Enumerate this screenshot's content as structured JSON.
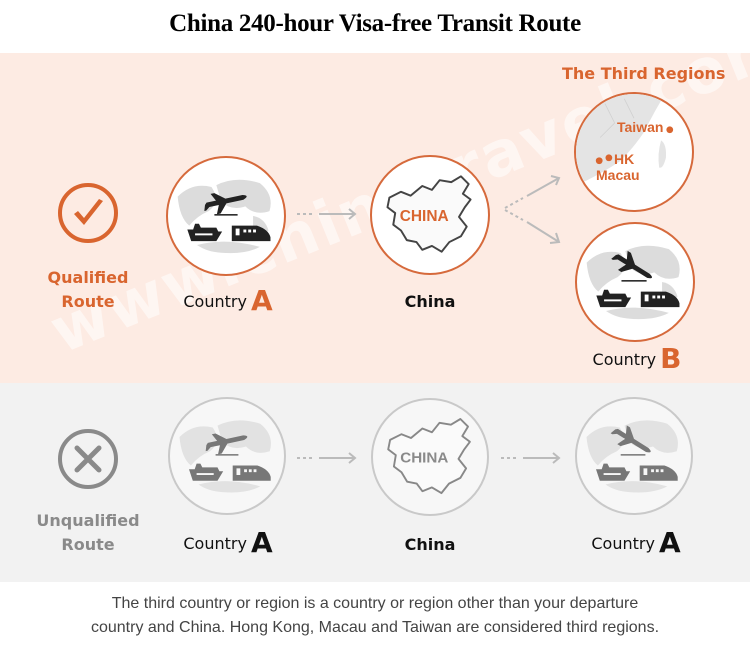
{
  "title": "China 240-hour Visa-free Transit Route",
  "colors": {
    "accent": "#d9652f",
    "qualified_bg": "#fdebe3",
    "unqualified_bg": "#f2f2f2",
    "unqualified_gray": "#8a8a8a"
  },
  "watermark": "www.chinatravel.com",
  "qualified": {
    "status_label_line1": "Qualified",
    "status_label_line2": "Route",
    "status_icon": "checkmark-circle-icon",
    "origin": {
      "label": "Country",
      "letter": "A",
      "icon": "plane-ship-train-icon"
    },
    "transit": {
      "label": "China",
      "map_text": "CHINA",
      "icon": "china-map-icon"
    },
    "third_regions": {
      "title": "The Third Regions",
      "regions": [
        "Taiwan",
        "HK",
        "Macau"
      ]
    },
    "destination": {
      "label": "Country",
      "letter": "B",
      "icon": "plane-landing-ship-train-icon"
    }
  },
  "unqualified": {
    "status_label_line1": "Unqualified",
    "status_label_line2": "Route",
    "status_icon": "x-circle-icon",
    "origin": {
      "label": "Country",
      "letter": "A"
    },
    "transit": {
      "label": "China",
      "map_text": "CHINA"
    },
    "destination": {
      "label": "Country",
      "letter": "A"
    }
  },
  "footnote": {
    "line1": "The third country or region is a country or region other than your departure",
    "line2": "country and China. Hong Kong, Macau and Taiwan are considered third regions."
  }
}
